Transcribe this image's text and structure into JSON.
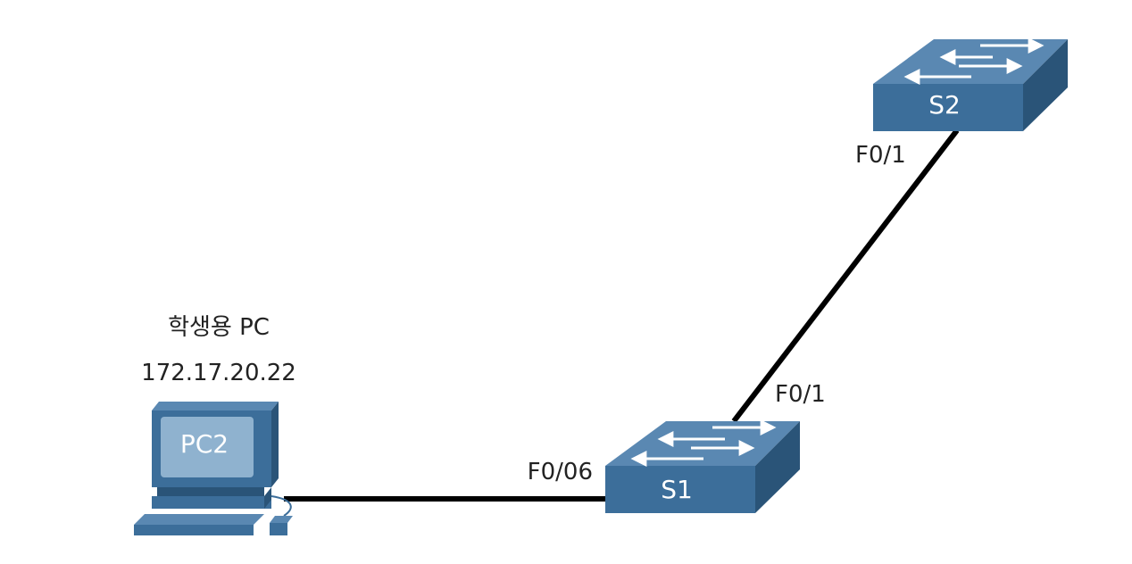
{
  "pc": {
    "title": "학생용 PC",
    "ip": "172.17.20.22",
    "name": "PC2"
  },
  "switches": {
    "s1": {
      "name": "S1"
    },
    "s2": {
      "name": "S2"
    }
  },
  "ports": {
    "s1_to_pc": "F0/06",
    "s1_to_s2": "F0/1",
    "s2_to_s1": "F0/1"
  },
  "colors": {
    "device_front": "#3c6e9a",
    "device_top": "#5a88b2",
    "device_side": "#2a5478",
    "link": "#000000",
    "monitor_screen": "#8fb2cf"
  }
}
